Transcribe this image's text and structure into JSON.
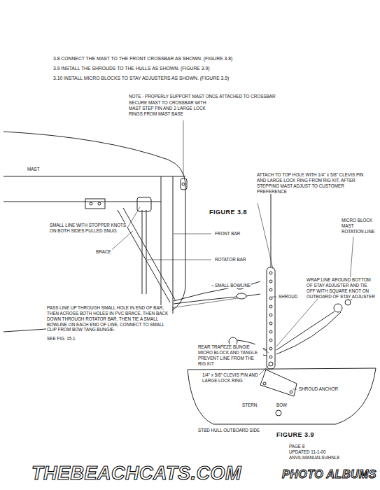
{
  "diagram": {
    "labels": [
      "3.8 CONNECT THE MAST TO THE FRONT CROSSBAR AS SHOWN. (FIGURE 3.8)",
      "3.9 INSTALL THE SHROUDS TO THE HULLS AS SHOWN. (FIGURE 3.9)",
      "3.10 INSTALL MICRO BLOCKS TO STAY ADJUSTERS AS SHOWN. (FIGURE 3.9)",
      "NOTE - PROPERLY SUPPORT MAST ONCE ATTACHED TO CROSSBAR",
      "SECURE MAST TO CROSSBAR WITH MAST STEP PIN AND 2 LARGE LOCK RINGS FROM MAST BASE",
      "MAST",
      "FIGURE 3.8",
      "ATTACH TO TOP HOLE WITH 1/4\" x 5/8\" CLEVIS PIN AND LARGE LOCK RING FROM RIG KIT, AFTER STEPPING MAST ADJUST TO CUSTOMER PREFERENCE",
      "FRONT BAR",
      "ROTATOR BAR",
      "MICRO BLOCK MAST ROTATION LINE",
      "SMALL LINE WITH STOPPER KNOTS ON BOTH SIDES PULLED SNUG.",
      "SMALL BOWLINE",
      "SHROUD",
      "BRACE",
      "WRAP LINE AROUND BOTTOM OF STAY ADJUSTER AND TIE OFF WITH SQUARE KNOT ON OUTBOARD OF STAY ADJUSTER",
      "PASS LINE UP THROUGH SMALL HOLE IN END OF BAR, THEN ACROSS BOTH HOLES IN PVC BRACE, THEN BACK DOWN THROUGH ROTATOR BAR, THEN TIE A SMALL BOWLINE ON EACH END OF LINE, CONNECT TO SMALL CLIP FROM BOW TANG BUNGIE.",
      "SEE FIG. 15.1",
      "REAR TRAPEZE BUNGIE MICRO BLOCK AND TANGLE PREVENT LINE FROM THE RIG KIT",
      "SHROUD ANCHOR",
      "1/4\" x 5/8\" CLEVIS PIN AND LARGE LOCK RING",
      "STERN",
      "BOW",
      "STBD HULL OUTBOARD SIDE",
      "FIGURE 3.9",
      "PAGE 8",
      "UPDATED 11-1-00",
      "ANVIL\\MANUALS\\4HNL8",
      "THEBEACHCATS.COM",
      "PHOTO ALBUMS"
    ]
  }
}
